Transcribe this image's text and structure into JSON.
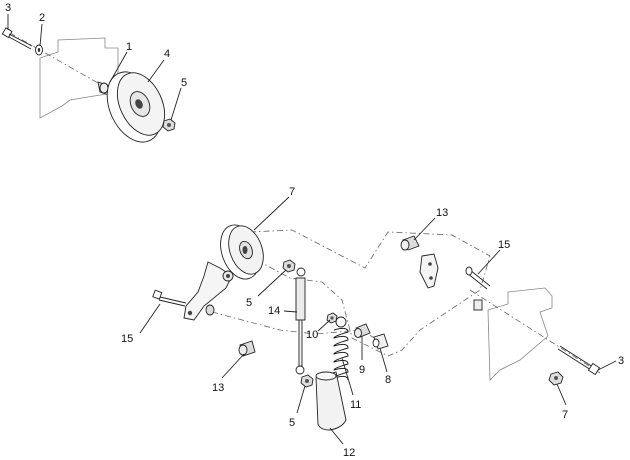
{
  "callouts": [
    {
      "id": "c3a",
      "label": "3"
    },
    {
      "id": "c2",
      "label": "2"
    },
    {
      "id": "c1",
      "label": "1"
    },
    {
      "id": "c4",
      "label": "4"
    },
    {
      "id": "c5a",
      "label": "5"
    },
    {
      "id": "c7a",
      "label": "7"
    },
    {
      "id": "c13a",
      "label": "13"
    },
    {
      "id": "c15a",
      "label": "15"
    },
    {
      "id": "c5b",
      "label": "5"
    },
    {
      "id": "c14",
      "label": "14"
    },
    {
      "id": "c15b",
      "label": "15"
    },
    {
      "id": "c10",
      "label": "10"
    },
    {
      "id": "c9",
      "label": "9"
    },
    {
      "id": "c8",
      "label": "8"
    },
    {
      "id": "c3b",
      "label": "3"
    },
    {
      "id": "c13b",
      "label": "13"
    },
    {
      "id": "c11",
      "label": "11"
    },
    {
      "id": "c5c",
      "label": "5"
    },
    {
      "id": "c7b",
      "label": "7"
    },
    {
      "id": "c12",
      "label": "12"
    }
  ]
}
